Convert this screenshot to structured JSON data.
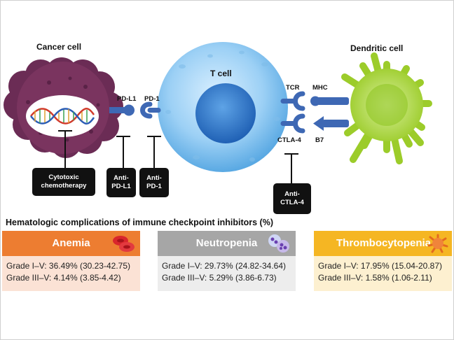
{
  "cells": {
    "cancer": "Cancer cell",
    "tcell": "T cell",
    "dendritic": "Dendritic cell"
  },
  "molecules": {
    "pdl1": "PD-L1",
    "pd1": "PD-1",
    "tcr": "TCR",
    "mhc": "MHC",
    "ctla4": "CTLA-4",
    "b7": "B7"
  },
  "drugs": [
    {
      "line1": "Cytotoxic",
      "line2": "chemotherapy"
    },
    {
      "line1": "Anti-",
      "line2": "PD-L1"
    },
    {
      "line1": "Anti-",
      "line2": "PD-1"
    },
    {
      "line1": "Anti-",
      "line2": "CTLA-4"
    }
  ],
  "complications": {
    "title": "Hematologic complications of immune checkpoint inhibitors (%)",
    "panels": [
      {
        "name": "Anemia",
        "line1": "Grade I–V: 36.49% (30.23-42.75)",
        "line2": "Grade III–V: 4.14% (3.85-4.42)",
        "head_color": "#ed7d31",
        "body_color": "#fbe2d5",
        "icon": "red-blood-cells-icon"
      },
      {
        "name": "Neutropenia",
        "line1": "Grade I–V: 29.73% (24.82-34.64)",
        "line2": "Grade III–V: 5.29% (3.86-6.73)",
        "head_color": "#a6a6a6",
        "body_color": "#ededed",
        "icon": "neutrophils-icon"
      },
      {
        "name": "Thrombocytopenia",
        "line1": "Grade I–V: 17.95% (15.04-20.87)",
        "line2": "Grade III–V: 1.58% (1.06-2.11)",
        "head_color": "#f5b623",
        "body_color": "#fdf0d0",
        "icon": "platelet-icon"
      }
    ]
  }
}
